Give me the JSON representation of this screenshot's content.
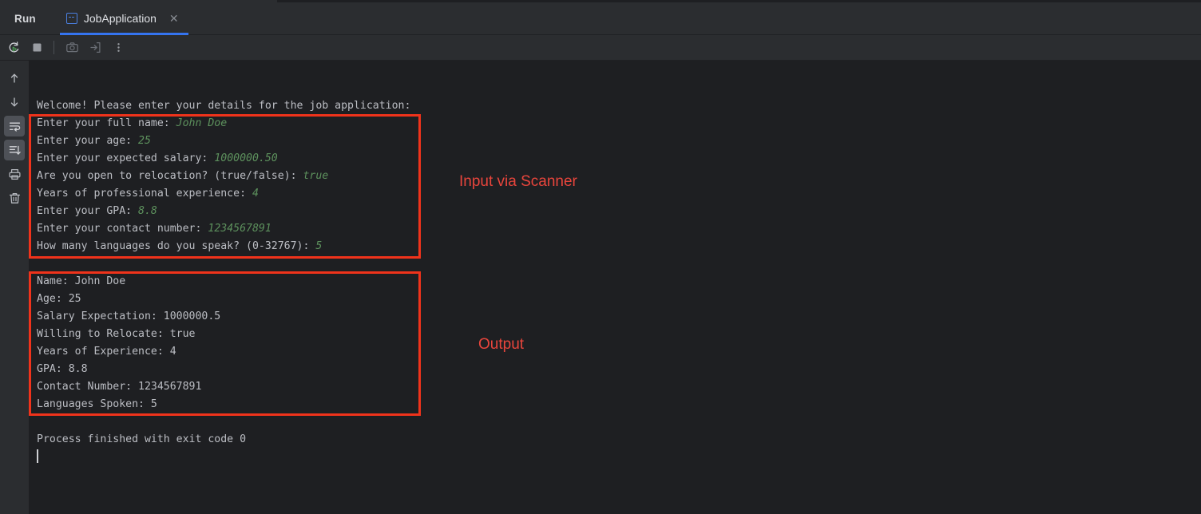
{
  "window": {
    "tool_window_label": "Run",
    "accent_color": "#3574f0",
    "background": "#1e1f22",
    "chrome_background": "#2b2d30"
  },
  "tabs": [
    {
      "label": "JobApplication",
      "icon": "console-tab-icon",
      "close_glyph": "✕",
      "active": true
    }
  ],
  "toolbar": {
    "buttons": [
      {
        "name": "rerun-button",
        "icon": "rerun-icon",
        "enabled": true,
        "tooltip": "Rerun"
      },
      {
        "name": "stop-button",
        "icon": "stop-icon",
        "enabled": true,
        "tooltip": "Stop"
      },
      {
        "name": "screenshot-button",
        "icon": "camera-icon",
        "enabled": false,
        "tooltip": "Screenshot"
      },
      {
        "name": "attach-console-button",
        "icon": "export-arrow-icon",
        "enabled": false,
        "tooltip": "Attach Console"
      },
      {
        "name": "more-options-button",
        "icon": "vertical-dots-icon",
        "enabled": true,
        "tooltip": "More Options"
      }
    ]
  },
  "gutter": {
    "buttons": [
      {
        "name": "previous-occurrence-button",
        "icon": "arrow-up-icon",
        "active": false
      },
      {
        "name": "next-occurrence-button",
        "icon": "arrow-down-icon",
        "active": false
      },
      {
        "name": "soft-wrap-button",
        "icon": "soft-wrap-icon",
        "active": true
      },
      {
        "name": "scroll-to-end-button",
        "icon": "scroll-to-end-icon",
        "active": true
      },
      {
        "name": "print-button",
        "icon": "printer-icon",
        "active": false
      },
      {
        "name": "clear-all-button",
        "icon": "trash-icon",
        "active": false
      }
    ]
  },
  "console": {
    "welcome_line": "Welcome! Please enter your details for the job application:",
    "prompts": [
      {
        "prompt": "Enter your full name: ",
        "value": "John Doe"
      },
      {
        "prompt": "Enter your age: ",
        "value": "25"
      },
      {
        "prompt": "Enter your expected salary: ",
        "value": "1000000.50"
      },
      {
        "prompt": "Are you open to relocation? (true/false): ",
        "value": "true"
      },
      {
        "prompt": "Years of professional experience: ",
        "value": "4"
      },
      {
        "prompt": "Enter your GPA: ",
        "value": "8.8"
      },
      {
        "prompt": "Enter your contact number: ",
        "value": "1234567891"
      },
      {
        "prompt": "How many languages do you speak? (0-32767): ",
        "value": "5"
      }
    ],
    "output_lines": [
      "Name: John Doe",
      "Age: 25",
      "Salary Expectation: 1000000.5",
      "Willing to Relocate: true",
      "Years of Experience: 4",
      "GPA: 8.8",
      "Contact Number: 1234567891",
      "Languages Spoken: 5"
    ],
    "exit_line": "Process finished with exit code 0",
    "text_color": "#bcbec4",
    "input_value_color": "#5d915d"
  },
  "annotations": [
    {
      "name": "input-annotation-label",
      "text": "Input via Scanner",
      "color": "#e8453c"
    },
    {
      "name": "output-annotation-label",
      "text": "Output",
      "color": "#e8453c"
    }
  ],
  "highlight_boxes": [
    {
      "name": "input-highlight-box",
      "color": "#f0331b"
    },
    {
      "name": "output-highlight-box",
      "color": "#f0331b"
    }
  ]
}
